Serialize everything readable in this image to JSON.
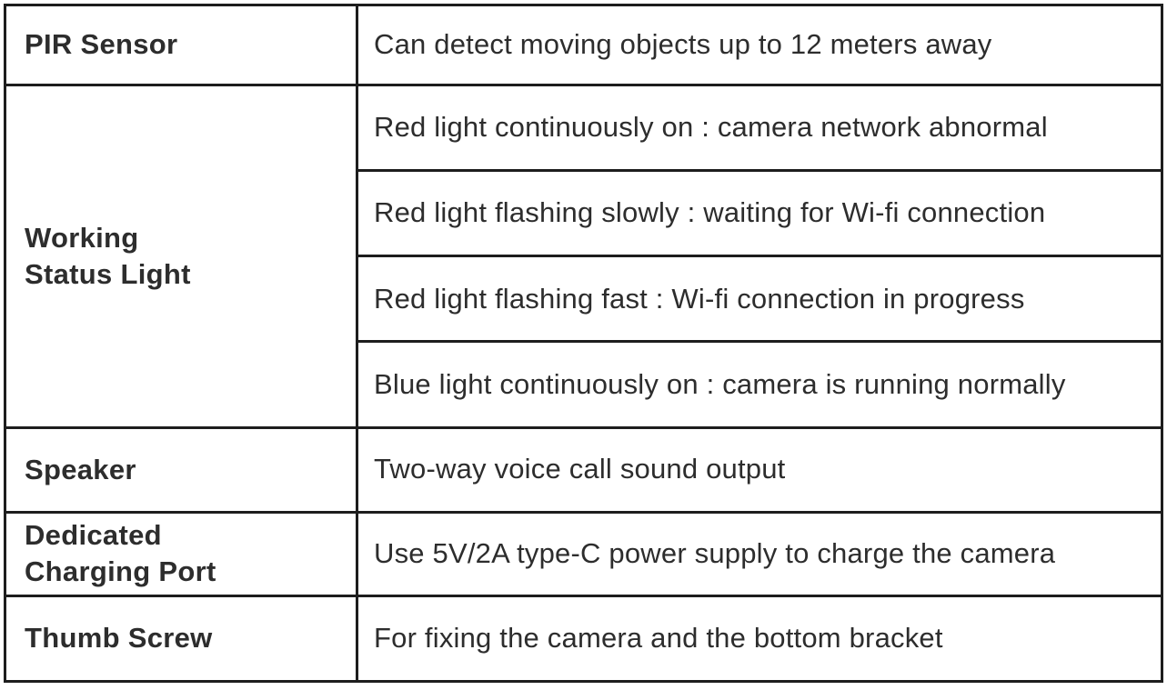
{
  "table": {
    "colors": {
      "border": "#1d1d1d",
      "text": "#2d2d2d",
      "background": "#ffffff"
    },
    "rows": [
      {
        "label": "PIR Sensor",
        "descriptions": [
          "Can detect moving objects up to 12 meters away"
        ]
      },
      {
        "label": "Working\nStatus Light",
        "descriptions": [
          "Red light continuously on : camera network abnormal",
          "Red light flashing slowly : waiting for Wi-fi connection",
          "Red light flashing fast : Wi-fi connection in progress",
          "Blue light continuously on : camera is running normally"
        ]
      },
      {
        "label": "Speaker",
        "descriptions": [
          "Two-way voice call sound output"
        ]
      },
      {
        "label": "Dedicated\nCharging Port",
        "descriptions": [
          "Use 5V/2A type-C power supply to charge the camera"
        ]
      },
      {
        "label": "Thumb Screw",
        "descriptions": [
          "For fixing the camera and the bottom bracket"
        ]
      }
    ]
  }
}
